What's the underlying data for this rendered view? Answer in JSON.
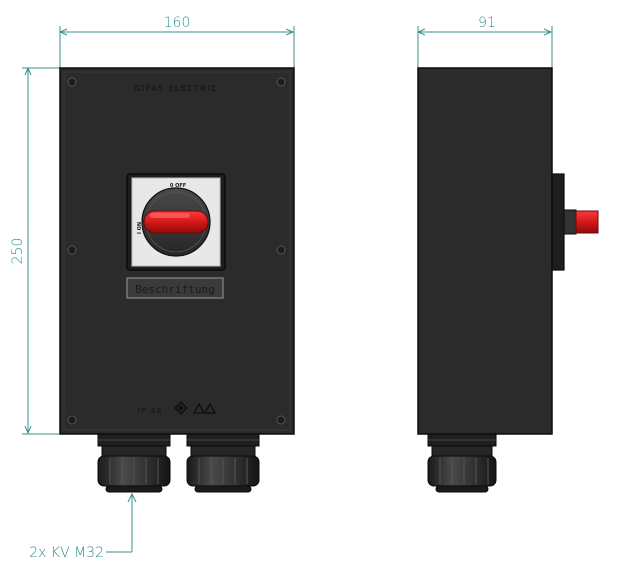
{
  "dimensions": {
    "front_width": "160",
    "side_depth": "91",
    "height": "250"
  },
  "front_panel": {
    "brand": "GIFAS ELECTRIC",
    "switch_off_label": "0 OFF",
    "switch_on_label": "I ON",
    "nameplate_text": "Beschriftung",
    "ip_rating": "IP 66",
    "ex_symbol": "⟐",
    "warning_symbols": "⚠⚠"
  },
  "callout": {
    "text": "2x KV M32"
  },
  "colors": {
    "dimension_line": "#3a8f8f",
    "enclosure": "#2b2b2b",
    "enclosure_edge": "#0d0d0d",
    "handle_red": "#d92020",
    "switch_face": "#e8e8e8",
    "gland": "#2e2e2e"
  }
}
